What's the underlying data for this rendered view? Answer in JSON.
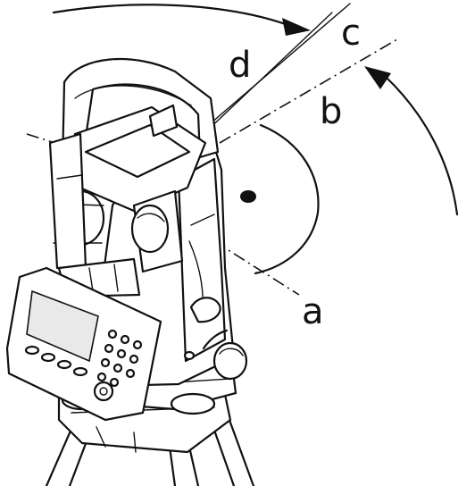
{
  "labels": {
    "a": "a",
    "b": "b",
    "c": "c",
    "d": "d"
  },
  "colors": {
    "line": "#111111",
    "background": "#ffffff"
  }
}
